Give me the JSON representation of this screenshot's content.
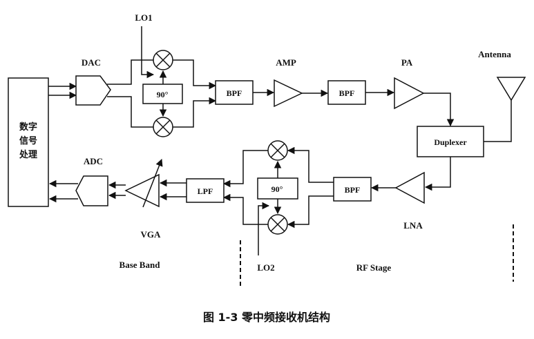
{
  "labels": {
    "dsp": [
      "数字",
      "信号",
      "处理"
    ],
    "dac": "DAC",
    "adc": "ADC",
    "lo1": "LO1",
    "lo2": "LO2",
    "phase_tx": "90°",
    "phase_rx": "90°",
    "bpf_tx1": "BPF",
    "amp": "AMP",
    "bpf_tx2": "BPF",
    "pa": "PA",
    "antenna": "Antenna",
    "duplexer": "Duplexer",
    "lna": "LNA",
    "bpf_rx": "BPF",
    "lpf": "LPF",
    "vga": "VGA",
    "base_band": "Base Band",
    "rf_stage": "RF Stage"
  },
  "caption": "图 1-3  零中频接收机结构"
}
